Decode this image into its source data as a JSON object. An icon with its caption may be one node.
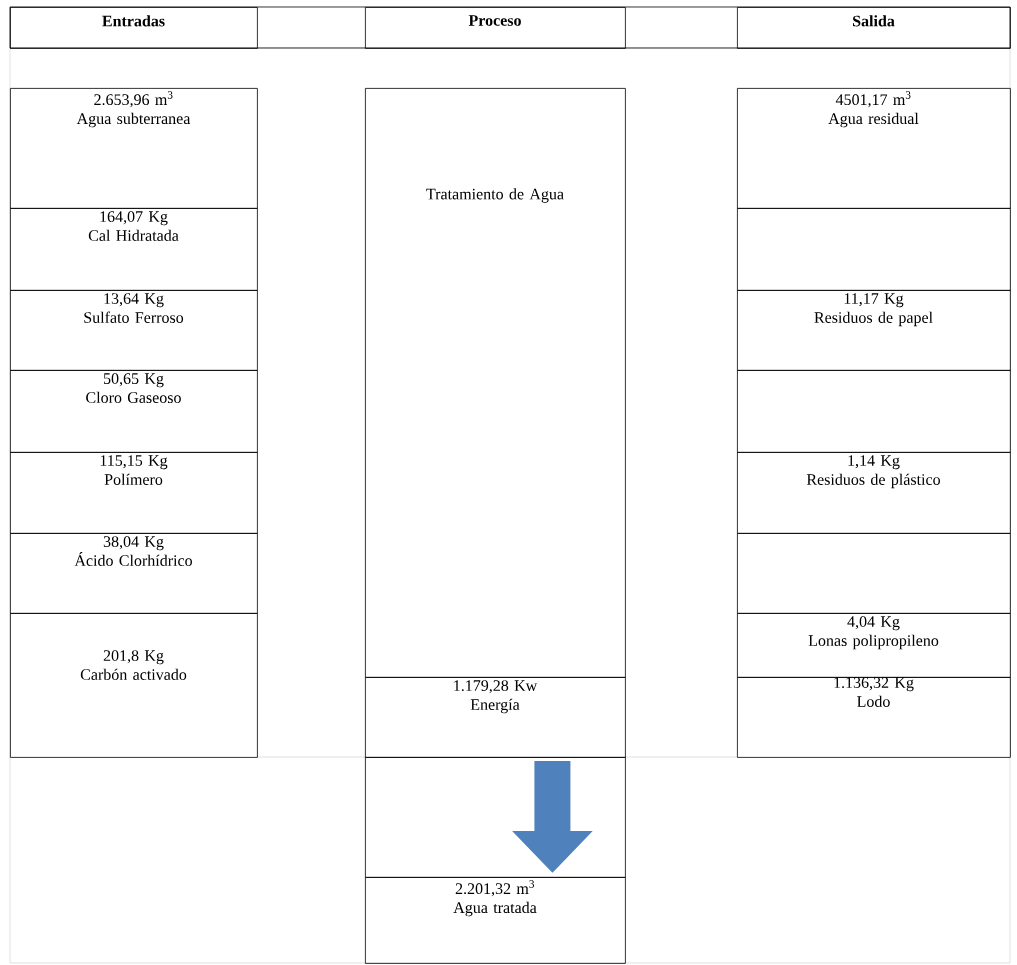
{
  "diagram": {
    "nodes": [
      {
        "text": [
          "Entradas"
        ]
      },
      {
        "text": [
          "Proceso"
        ]
      },
      {
        "text": [
          "Salida"
        ]
      },
      {
        "text": [
          "2.653,96 m$^{3}$",
          "Agua subterranea"
        ]
      },
      {
        "text": [
          "164,07 Kg",
          "Cal Hidratada"
        ]
      },
      {
        "text": [
          "13,64 Kg",
          "Sulfato Ferroso"
        ]
      },
      {
        "text": [
          "50,65 Kg",
          "Cloro Gaseoso"
        ]
      },
      {
        "text": [
          "115,15 Kg",
          "Polímero"
        ]
      },
      {
        "text": [
          "38,04 Kg",
          "Ácido Clorhídrico"
        ]
      },
      {
        "text": [
          "201,8 Kg",
          "Carbón activado"
        ]
      },
      {
        "text": [
          "Tratamiento de Agua"
        ]
      },
      {
        "text": [
          "1.179,28 Kw",
          "Energía"
        ]
      },
      {
        "text": [],
        "shape": "box"
      },
      {
        "text": [
          "2.201,32 m$^{3}$",
          "Agua tratada"
        ]
      },
      {
        "text": [
          "4501,17 m$^{3}$",
          "Agua residual"
        ]
      },
      {
        "text": [],
        "shape": "box"
      },
      {
        "text": [
          "11,17 Kg",
          "Residuos de papel"
        ]
      },
      {
        "text": [],
        "shape": "box"
      },
      {
        "text": [
          "1,14 Kg",
          "Residuos de plástico"
        ]
      },
      {
        "text": [],
        "shape": "box"
      },
      {
        "text": [
          "4,04 Kg",
          "Lonas polipropileno"
        ]
      },
      {
        "text": [
          "1.136,32 Kg",
          "Lodo"
        ]
      }
    ],
    "edges": [
      {
        "from": 12,
        "to": 13,
        "arrow": "to"
      }
    ]
  }
}
